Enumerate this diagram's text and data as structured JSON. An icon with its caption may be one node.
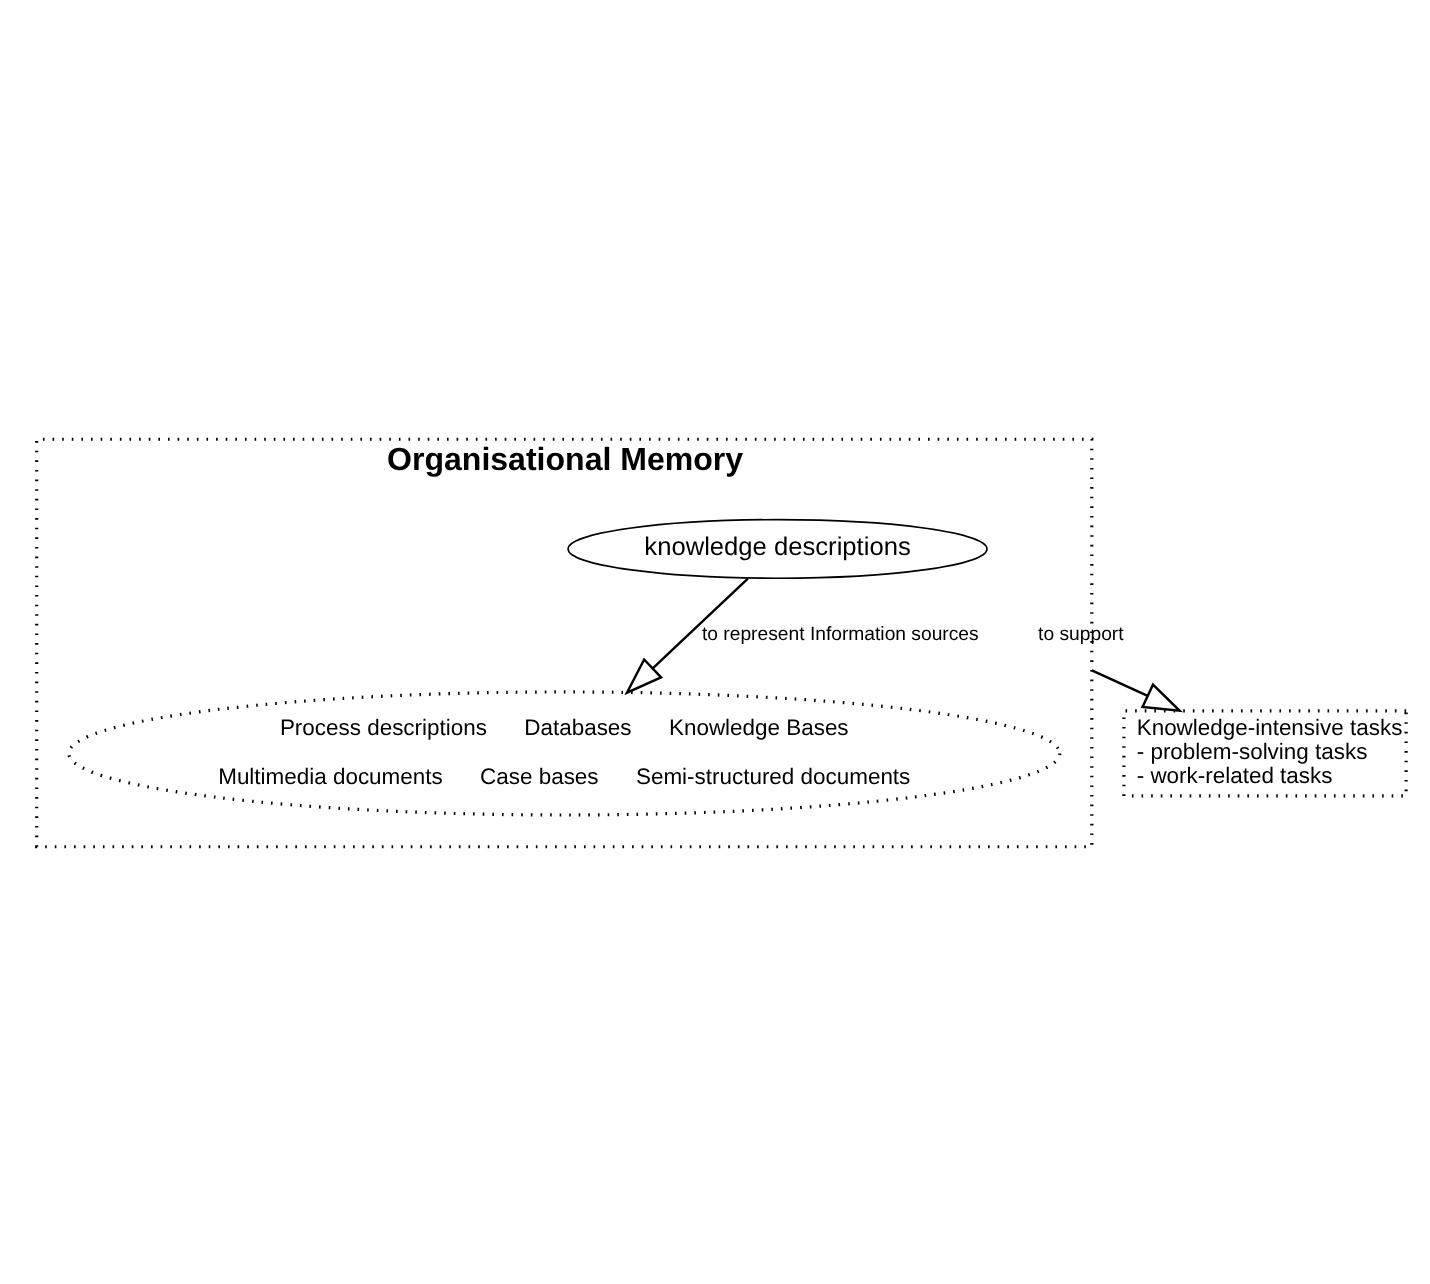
{
  "diagram": {
    "nodes": [
      {
        "text": [
          "Organisational Memory"
        ]
      },
      {
        "text": [
          "knowledge descriptions"
        ],
        "in": 0
      },
      {
        "text": [
          "Process descriptions",
          "Databases",
          "Knowledge Bases",
          "Multimedia documents",
          "Case bases",
          "Semi-structured documents"
        ],
        "in": 0
      },
      {
        "text": [
          "Knowledge-intensive tasks",
          "- problem-solving tasks",
          "- work-related tasks"
        ]
      }
    ],
    "edges": [
      {
        "from": 1,
        "to": 2,
        "arrow": "to",
        "label": "to represent Information sources"
      },
      {
        "from": 0,
        "to": 3,
        "arrow": "to",
        "label": "to support"
      }
    ]
  }
}
